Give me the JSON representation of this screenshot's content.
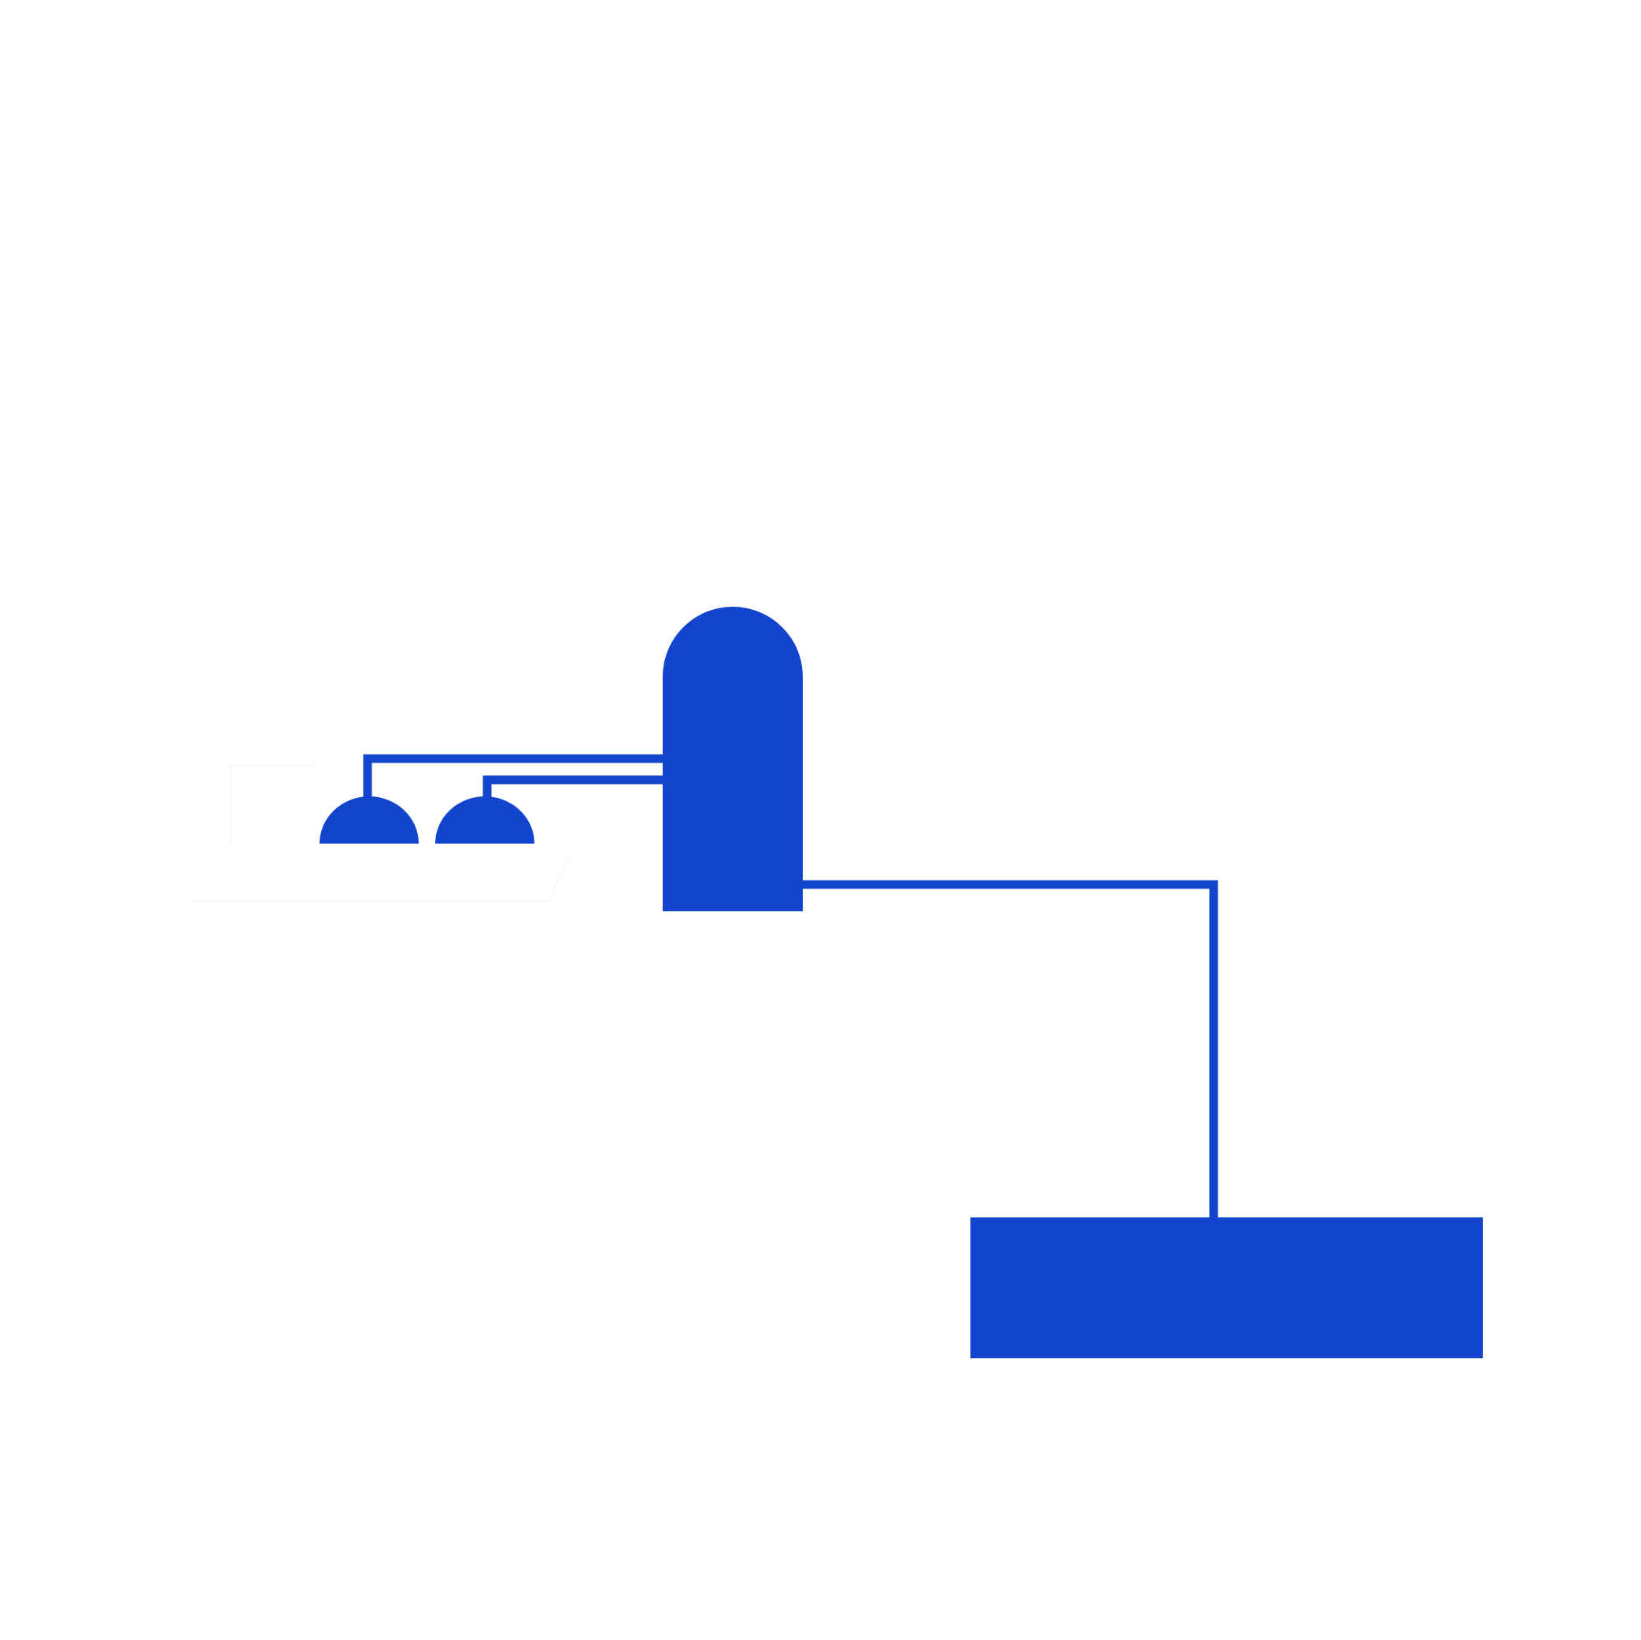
{
  "diagram": {
    "colors": {
      "background": "#ffffff",
      "primary": "#1244CE"
    },
    "components": [
      {
        "name": "supply-vessel",
        "shape": "round-top-column"
      },
      {
        "name": "dome-unit-1",
        "shape": "half-dome"
      },
      {
        "name": "dome-unit-2",
        "shape": "half-dome"
      },
      {
        "name": "ship-hull",
        "shape": "hull-outline",
        "color": "#f4f6fb"
      },
      {
        "name": "receiving-tank",
        "shape": "rectangle"
      }
    ],
    "connections": [
      {
        "name": "pipe-vessel-to-dome-1",
        "from": "supply-vessel",
        "to": "dome-unit-1"
      },
      {
        "name": "pipe-vessel-to-dome-2",
        "from": "supply-vessel",
        "to": "dome-unit-2"
      },
      {
        "name": "pipe-vessel-to-tank",
        "from": "supply-vessel",
        "to": "receiving-tank"
      }
    ]
  }
}
